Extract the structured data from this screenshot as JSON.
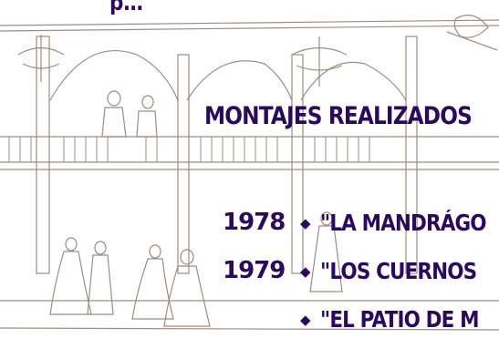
{
  "slide": {
    "top_fragment": "p…",
    "title": "MONTAJES REALIZADOS",
    "items": [
      {
        "year": "1978",
        "bullet": "◆",
        "play": "\"LA MANDRÁGO"
      },
      {
        "year": "1979",
        "bullet": "◆",
        "play": "\"LOS CUERNOS"
      },
      {
        "year": "",
        "bullet": "◆",
        "play": "\"EL PATIO DE M"
      }
    ]
  },
  "colors": {
    "text": "#2b0a5e",
    "sketch": "#8a7a70",
    "background": "#ffffff"
  }
}
